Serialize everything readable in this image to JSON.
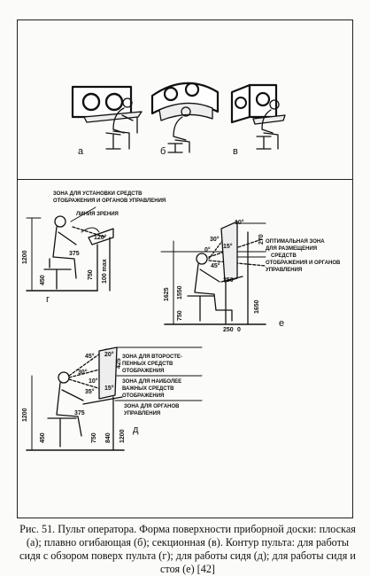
{
  "figure": {
    "subfigure_labels": [
      "а",
      "б",
      "в",
      "г",
      "е",
      "д"
    ],
    "panel_g": {
      "zone_label": "ЗОНА ДЛЯ УСТАНОВКИ СРЕДСТВ ОТОБРАЖЕНИЯ И ОРГАНОВ УПРАВЛЕНИЯ",
      "sight_line": "ЛИНИЯ ЗРЕНИЯ",
      "angle": "120°",
      "dims": [
        "1200",
        "375",
        "750",
        "100 max",
        "450"
      ]
    },
    "panel_e": {
      "zone_label": "ОПТИМАЛЬНАЯ ЗОНА ДЛЯ РАЗМЕЩЕНИЯ СРЕДСТВ ОТОБРАЖЕНИЯ И ОРГАНОВ УПРАВЛЕНИЯ",
      "angles": [
        "10°",
        "30°",
        "15°",
        "0°",
        "45°"
      ],
      "dims": [
        "270",
        "1625",
        "1550",
        "750",
        "1650",
        "250",
        "250",
        "0"
      ]
    },
    "panel_d": {
      "zone_secondary": "ЗОНА ДЛЯ ВТОРОСТЕПЕННЫХ СРЕДСТВ ОТОБРАЖЕНИЯ",
      "zone_primary": "ЗОНА ДЛЯ НАИБОЛЕЕ ВАЖНЫХ СРЕДСТВ ОТОБРАЖЕНИЯ",
      "zone_controls": "ЗОНА ДЛЯ ОРГАНОВ УПРАВЛЕНИЯ",
      "angles": [
        "45°",
        "20°",
        "30°",
        "10°",
        "35°",
        "15°"
      ],
      "dims": [
        "425",
        "1200",
        "375",
        "750",
        "840",
        "1200",
        "450"
      ]
    }
  },
  "caption": "Рис. 51. Пульт оператора. Форма поверхности приборной доски: плоская (а); плавно огибающая (б); секционная (в). Контур пульта: для работы сидя с обзором поверх пульта (г); для работы сидя (д); для работы сидя и стоя (е) [42]"
}
